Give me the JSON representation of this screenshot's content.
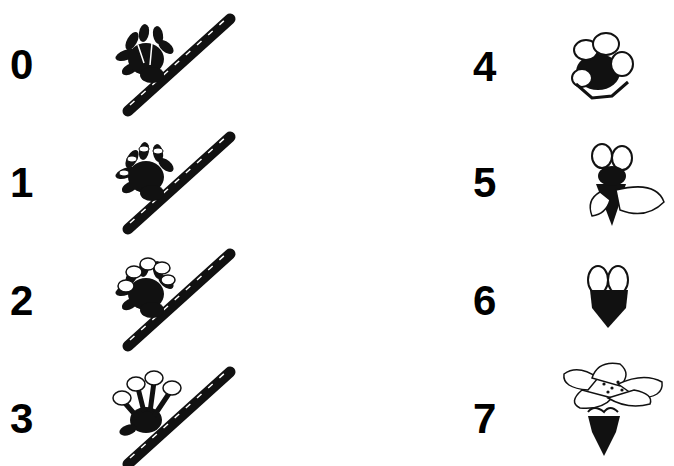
{
  "diagram": {
    "labels": [
      "0",
      "1",
      "2",
      "3",
      "4",
      "5",
      "6",
      "7"
    ]
  }
}
